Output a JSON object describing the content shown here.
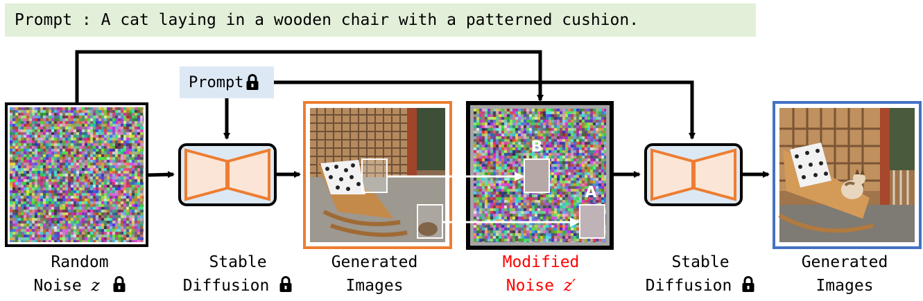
{
  "prompt_banner": "Prompt : A cat laying in a wooden chair with a patterned cushion.",
  "prompt_box": "Prompt",
  "patch_labels": {
    "a": "A",
    "b": "B"
  },
  "captions": {
    "random_noise": {
      "line1": "Random",
      "line2": "Noise",
      "symbol": "z"
    },
    "stable_diffusion_1": {
      "line1": "Stable",
      "line2": "Diffusion"
    },
    "generated_images_1": {
      "line1": "Generated",
      "line2": "Images"
    },
    "modified_noise": {
      "line1": "Modified",
      "line2": "Noise",
      "symbol": "z′"
    },
    "stable_diffusion_2": {
      "line1": "Stable",
      "line2": "Diffusion"
    },
    "generated_images_2": {
      "line1": "Generated",
      "line2": "Images"
    }
  },
  "colors": {
    "banner_bg": "#e2efd9",
    "prompt_box_bg": "#dce9f5",
    "diffusion_orange": "#ed7d31",
    "diffusion_fill": "#fbe5d6",
    "diffusion_bg": "#dce9f5",
    "generated_border_1": "#ed7d31",
    "generated_border_2": "#4472c4",
    "modified_label": "#ff0000"
  },
  "icons": [
    "lock-icon",
    "arrow-icon",
    "diffusion-model-icon"
  ]
}
